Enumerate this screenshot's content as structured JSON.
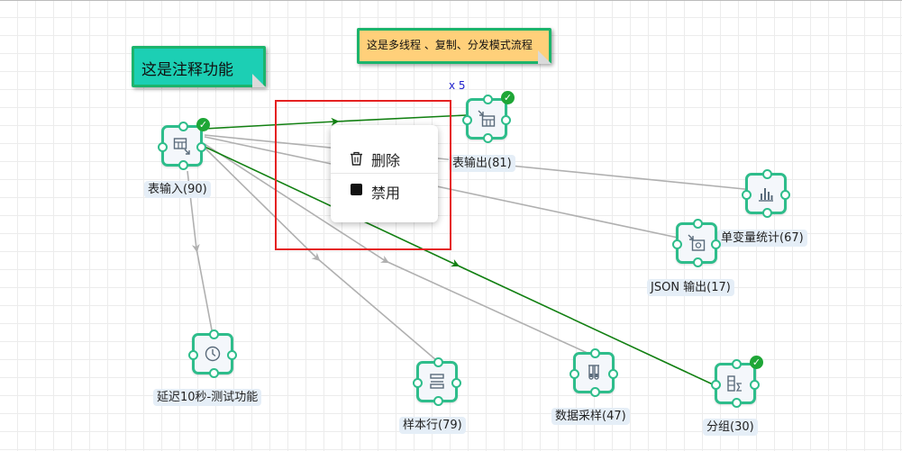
{
  "notes": {
    "annotation": {
      "text": "这是注释功能",
      "bg": "#1ccfb4"
    },
    "workflow": {
      "text": "这是多线程 、复制、分发模式流程",
      "bg": "#ffd07a"
    }
  },
  "nodes": {
    "table_input": {
      "label": "表输入(90)",
      "icon": "table-input-icon",
      "success": true
    },
    "table_output": {
      "label": "表输出(81)",
      "icon": "table-output-icon",
      "success": true,
      "copies": "x 5"
    },
    "univariate_stats": {
      "label": "单变量统计(67)",
      "icon": "bar-chart-icon"
    },
    "json_output": {
      "label": "JSON 输出(17)",
      "icon": "json-output-icon"
    },
    "delay": {
      "label": "延迟10秒-测试功能",
      "icon": "clock-icon"
    },
    "sample_rows": {
      "label": "样本行(79)",
      "icon": "rows-icon"
    },
    "data_sampling": {
      "label": "数据采样(47)",
      "icon": "test-tube-icon"
    },
    "group_by": {
      "label": "分组(30)",
      "icon": "group-sum-icon",
      "success": true
    }
  },
  "context_menu": {
    "delete": {
      "label": "删除",
      "icon": "trash-icon"
    },
    "disable": {
      "label": "禁用",
      "icon": "stop-square-icon"
    }
  },
  "colors": {
    "node_border": "#2ebd8b",
    "active_edge": "#128012",
    "inactive_edge": "#b0b0b0",
    "highlight_box": "#e52121",
    "success_badge": "#1ea636"
  },
  "edges": [
    {
      "from": "table_input",
      "to": "table_output",
      "active": true
    },
    {
      "from": "table_input",
      "to": "univariate_stats",
      "active": false
    },
    {
      "from": "table_input",
      "to": "json_output",
      "active": false
    },
    {
      "from": "table_input",
      "to": "delay",
      "active": false
    },
    {
      "from": "table_input",
      "to": "sample_rows",
      "active": false
    },
    {
      "from": "table_input",
      "to": "data_sampling",
      "active": false
    },
    {
      "from": "table_input",
      "to": "group_by",
      "active": true
    }
  ]
}
